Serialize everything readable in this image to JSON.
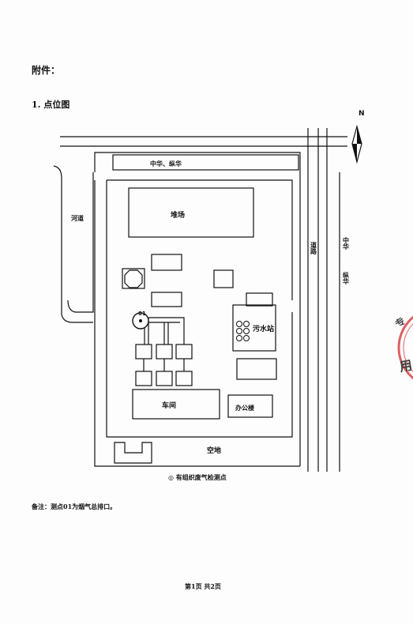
{
  "document": {
    "heading": "附件：",
    "section": "1.   点位图",
    "legend": "◎ 有组织废气检测点",
    "note": "备注：测点01为烟气总排口。",
    "footer": "第1页  共2页"
  },
  "map": {
    "compass": "N",
    "road_top": "中华、纵华",
    "river": "河道",
    "road_side": "道路",
    "road_far_1": "中华",
    "road_far_2": "纵华",
    "yard": "堆场",
    "point_id": "01",
    "sewage": "污水站",
    "workshop": "车间",
    "office": "办公楼",
    "open_space": "空地"
  },
  "stamp": {
    "text": "专用章",
    "color": "#d63a3a"
  }
}
